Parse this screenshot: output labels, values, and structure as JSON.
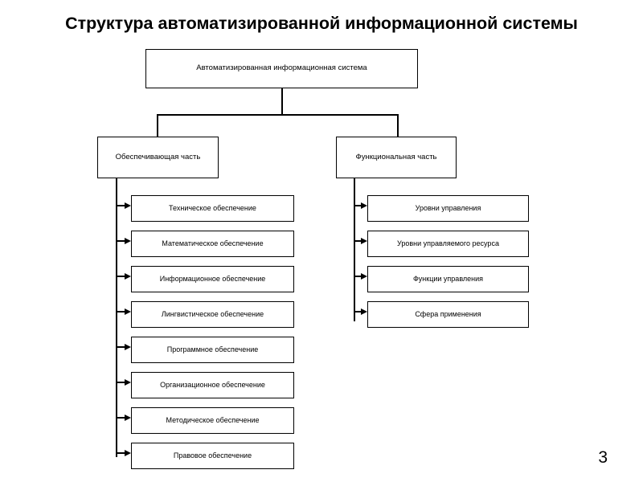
{
  "slide": {
    "title": "Структура  автоматизированной информационной системы",
    "page_number": "3",
    "background_color": "#ffffff",
    "line_color": "#000000",
    "text_color": "#000000"
  },
  "diagram": {
    "type": "tree",
    "root": {
      "label": "Автоматизированная информационная система"
    },
    "branches": [
      {
        "id": "supporting",
        "label": "Обеспечивающая часть",
        "children": [
          {
            "label": "Техническое обеспечение"
          },
          {
            "label": "Математическое обеспечение"
          },
          {
            "label": "Информационное обеспечение"
          },
          {
            "label": "Лингвистическое обеспечение"
          },
          {
            "label": "Программное обеспечение"
          },
          {
            "label": "Организационное обеспечение"
          },
          {
            "label": "Методическое обеспечение"
          },
          {
            "label": "Правовое обеспечение"
          }
        ]
      },
      {
        "id": "functional",
        "label": "Функциональная часть",
        "children": [
          {
            "label": "Уровни управления"
          },
          {
            "label": "Уровни управляемого ресурса"
          },
          {
            "label": "Функции управления"
          },
          {
            "label": "Сфера применения"
          }
        ]
      }
    ]
  }
}
